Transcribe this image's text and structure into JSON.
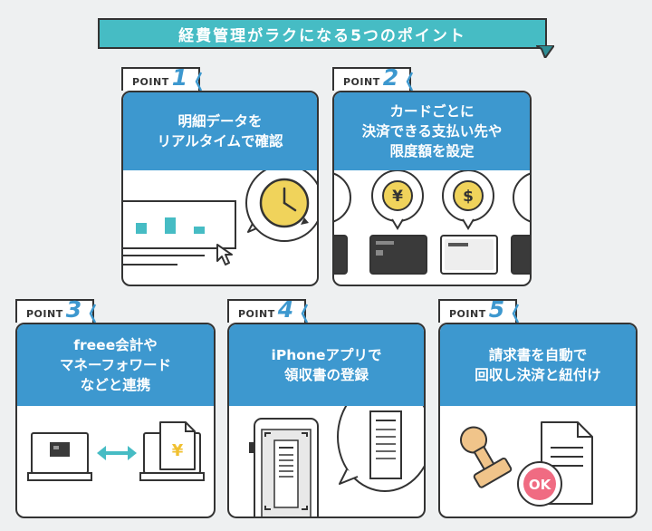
{
  "banner": {
    "title": "経費管理がラクになる5つのポイント"
  },
  "colors": {
    "teal": "#46bcc4",
    "blue": "#3d98cf",
    "yellow": "#f0d35b",
    "pink": "#f06b82",
    "outline": "#333333"
  },
  "points": [
    {
      "label": "POINT",
      "number": "1",
      "lines": [
        "明細データを",
        "リアルタイムで確認"
      ],
      "icons": [
        "chart-screen",
        "clock-icon",
        "cursor-icon"
      ]
    },
    {
      "label": "POINT",
      "number": "2",
      "lines": [
        "カードごとに",
        "決済できる支払い先や",
        "限度額を設定"
      ],
      "icons": [
        "yen-icon",
        "dollar-icon",
        "card-icon"
      ],
      "symbols": {
        "yen": "¥",
        "dollar": "$"
      }
    },
    {
      "label": "POINT",
      "number": "3",
      "lines": [
        "freee会計や",
        "マネーフォワード",
        "などと連携"
      ],
      "icons": [
        "monitor-icon",
        "swap-arrow-icon",
        "document-yen-icon"
      ],
      "symbols": {
        "yen": "¥"
      }
    },
    {
      "label": "POINT",
      "number": "4",
      "lines": [
        "iPhoneアプリで",
        "領収書の登録"
      ],
      "icons": [
        "phone-icon",
        "receipt-icon"
      ]
    },
    {
      "label": "POINT",
      "number": "5",
      "lines": [
        "請求書を自動で",
        "回収し決済と紐付け"
      ],
      "icons": [
        "stamp-icon",
        "document-icon",
        "ok-icon"
      ],
      "symbols": {
        "ok": "OK"
      }
    }
  ]
}
